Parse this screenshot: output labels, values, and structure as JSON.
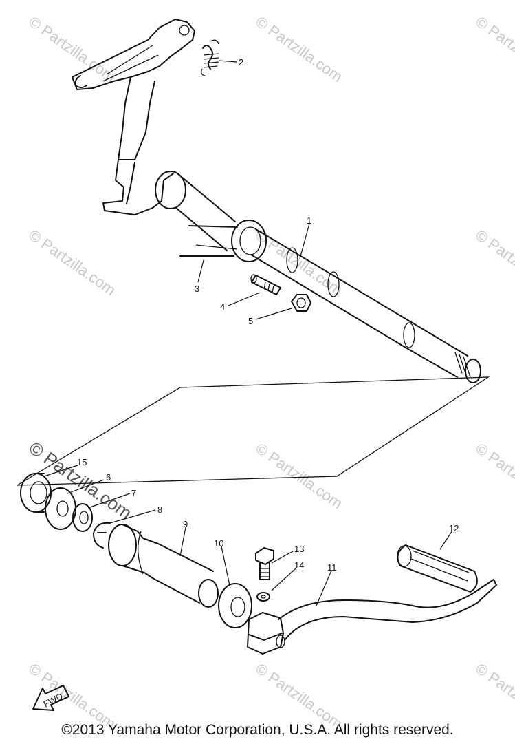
{
  "watermark": {
    "text": "© Partzilla.com"
  },
  "fwd_label": "FWD",
  "callouts": [
    {
      "id": "c1",
      "label": "1"
    },
    {
      "id": "c2",
      "label": "2"
    },
    {
      "id": "c3",
      "label": "3"
    },
    {
      "id": "c4",
      "label": "4"
    },
    {
      "id": "c5",
      "label": "5"
    },
    {
      "id": "c6",
      "label": "6"
    },
    {
      "id": "c7",
      "label": "7"
    },
    {
      "id": "c8",
      "label": "8"
    },
    {
      "id": "c9",
      "label": "9"
    },
    {
      "id": "c10",
      "label": "10"
    },
    {
      "id": "c11",
      "label": "11"
    },
    {
      "id": "c12",
      "label": "12"
    },
    {
      "id": "c13",
      "label": "13"
    },
    {
      "id": "c14",
      "label": "14"
    },
    {
      "id": "c15",
      "label": "15"
    }
  ],
  "copyright": "©2013  Yamaha Motor Corporation, U.S.A. All rights reserved."
}
